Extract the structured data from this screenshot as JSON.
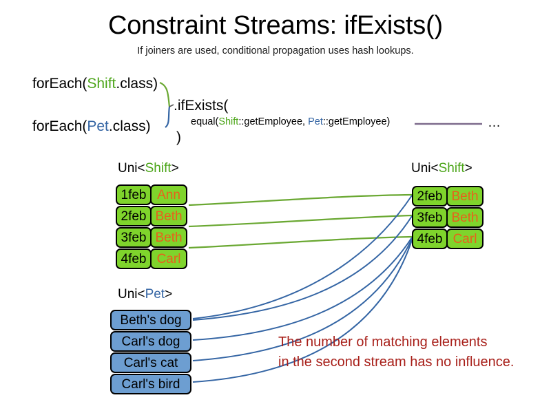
{
  "slide": {
    "title": "Constraint Streams: ifExists()",
    "subtitle": "If joiners are used, conditional propagation uses hash lookups."
  },
  "code": {
    "foreach_shift_prefix": "forEach(",
    "foreach_shift_type": "Shift",
    "foreach_shift_suffix": ".class)",
    "foreach_pet_prefix": "forEach(",
    "foreach_pet_type": "Pet",
    "foreach_pet_suffix": ".class)",
    "if_exists": ".ifExists(",
    "equal_prefix": "equal(",
    "equal_shift_type": "Shift",
    "equal_shift_method": "::getEmployee, ",
    "equal_pet_type": "Pet",
    "equal_pet_method": "::getEmployee)",
    "close_paren": ")",
    "ellipsis": "…"
  },
  "streams": {
    "left_shift": {
      "label_prefix": "Uni<",
      "label_type": "Shift",
      "label_suffix": ">",
      "rows": [
        {
          "date": "1feb",
          "employee": "Ann"
        },
        {
          "date": "2feb",
          "employee": "Beth"
        },
        {
          "date": "3feb",
          "employee": "Beth"
        },
        {
          "date": "4feb",
          "employee": "Carl"
        }
      ]
    },
    "left_pet": {
      "label_prefix": "Uni<",
      "label_type": "Pet",
      "label_suffix": ">",
      "rows": [
        {
          "pet": "Beth's dog"
        },
        {
          "pet": "Carl's dog"
        },
        {
          "pet": "Carl's cat"
        },
        {
          "pet": "Carl's bird"
        }
      ]
    },
    "right_shift": {
      "label_prefix": "Uni<",
      "label_type": "Shift",
      "label_suffix": ">",
      "rows": [
        {
          "date": "2feb",
          "employee": "Beth"
        },
        {
          "date": "3feb",
          "employee": "Beth"
        },
        {
          "date": "4feb",
          "employee": "Carl"
        }
      ]
    }
  },
  "annotation": {
    "line1": "The number of matching elements",
    "line2": "in the second stream has no influence."
  },
  "colors": {
    "shift_green": "#4ca519",
    "pet_blue": "#3465a4",
    "box_green_fill": "#7fd42c",
    "box_blue_fill": "#6d9ed1",
    "employee_orange": "#e8601c",
    "annotation_red": "#a8201a",
    "wire_green": "#6aa832",
    "wire_blue": "#3465a4",
    "wire_purple": "#7d6b8c",
    "outline_black": "#000000"
  }
}
